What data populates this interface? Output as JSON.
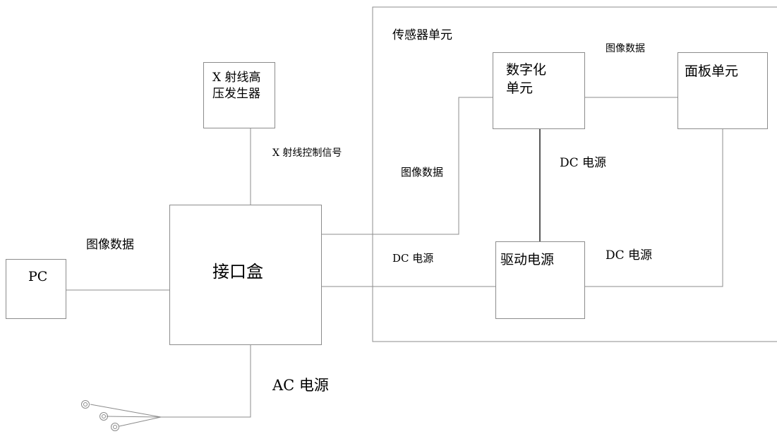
{
  "colors": {
    "line": "#8c8c8c",
    "dark_line": "#000000",
    "background": "#ffffff"
  },
  "sensor_unit": {
    "title": "传感器单元"
  },
  "boxes": {
    "xray_generator": "X 射线高\n压发生器",
    "digitizer": "数字化\n单元",
    "panel": "面板单元",
    "interface_box": "接口盒",
    "pc": "PC",
    "drive_power": "驱动电源"
  },
  "connections": {
    "xray_control": "X 射线控制信号",
    "image_data_pc": "图像数据",
    "image_data_interface": "图像数据",
    "image_data_panel": "图像数据",
    "dc_power_vertical": "DC 电源",
    "dc_power_interface": "DC 电源",
    "dc_power_panel": "DC 电源",
    "ac_power": "AC 电源"
  },
  "icons": {
    "plug": "power-plug-icon"
  }
}
